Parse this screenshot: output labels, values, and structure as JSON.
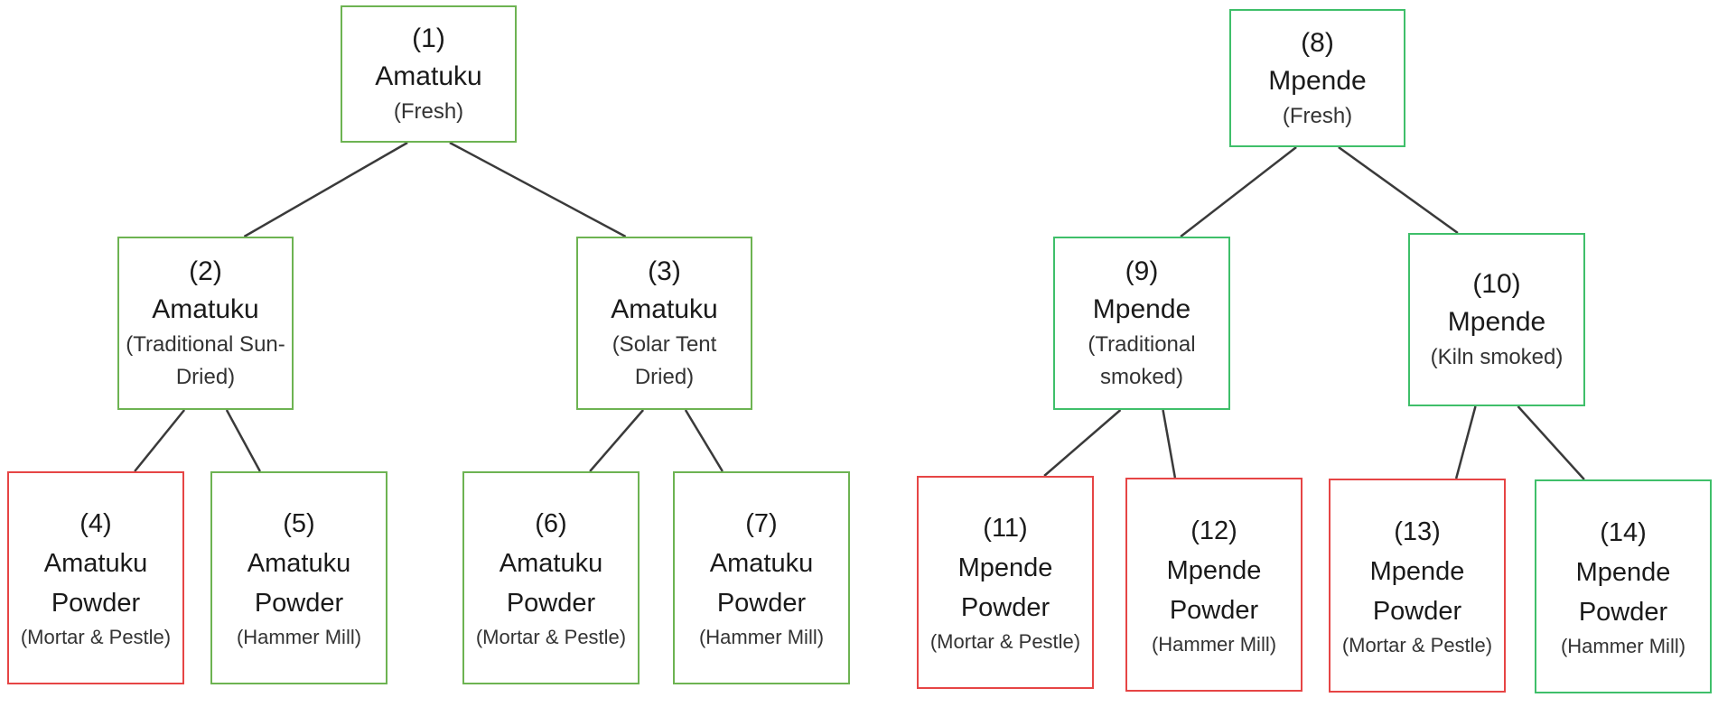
{
  "colors": {
    "ok": "#6db352",
    "ok_alt": "#3fbf6a",
    "bad": "#e64545"
  },
  "trees": [
    {
      "nodes": [
        {
          "id": "1",
          "num": "(1)",
          "name": "Amatuku",
          "sub": "(Fresh)",
          "status": "ok"
        },
        {
          "id": "2",
          "num": "(2)",
          "name": "Amatuku",
          "sub": "(Traditional Sun-Dried)",
          "status": "ok"
        },
        {
          "id": "3",
          "num": "(3)",
          "name": "Amatuku",
          "sub": "(Solar Tent Dried)",
          "status": "ok"
        },
        {
          "id": "4",
          "num": "(4)",
          "name": "Amatuku Powder",
          "sub": "(Mortar & Pestle)",
          "status": "bad"
        },
        {
          "id": "5",
          "num": "(5)",
          "name": "Amatuku Powder",
          "sub": "(Hammer Mill)",
          "status": "ok"
        },
        {
          "id": "6",
          "num": "(6)",
          "name": "Amatuku Powder",
          "sub": "(Mortar & Pestle)",
          "status": "ok"
        },
        {
          "id": "7",
          "num": "(7)",
          "name": "Amatuku Powder",
          "sub": "(Hammer Mill)",
          "status": "ok"
        }
      ]
    },
    {
      "nodes": [
        {
          "id": "8",
          "num": "(8)",
          "name": "Mpende",
          "sub": "(Fresh)",
          "status": "ok_alt"
        },
        {
          "id": "9",
          "num": "(9)",
          "name": "Mpende",
          "sub": "(Traditional smoked)",
          "status": "ok_alt"
        },
        {
          "id": "10",
          "num": "(10)",
          "name": "Mpende",
          "sub": "(Kiln smoked)",
          "status": "ok_alt"
        },
        {
          "id": "11",
          "num": "(11)",
          "name": "Mpende Powder",
          "sub": "(Mortar & Pestle)",
          "status": "bad"
        },
        {
          "id": "12",
          "num": "(12)",
          "name": "Mpende Powder",
          "sub": "(Hammer Mill)",
          "status": "bad"
        },
        {
          "id": "13",
          "num": "(13)",
          "name": "Mpende Powder",
          "sub": "(Mortar & Pestle)",
          "status": "bad"
        },
        {
          "id": "14",
          "num": "(14)",
          "name": "Mpende Powder",
          "sub": "(Hammer Mill)",
          "status": "ok_alt"
        }
      ]
    }
  ],
  "edges": [
    [
      "1",
      "2"
    ],
    [
      "1",
      "3"
    ],
    [
      "2",
      "4"
    ],
    [
      "2",
      "5"
    ],
    [
      "3",
      "6"
    ],
    [
      "3",
      "7"
    ],
    [
      "8",
      "9"
    ],
    [
      "8",
      "10"
    ],
    [
      "9",
      "11"
    ],
    [
      "9",
      "12"
    ],
    [
      "10",
      "13"
    ],
    [
      "10",
      "14"
    ]
  ]
}
